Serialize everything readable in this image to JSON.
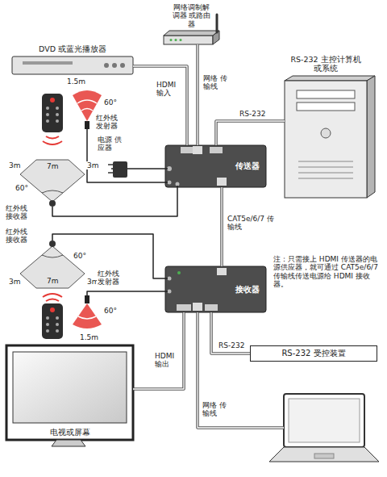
{
  "diagram": {
    "nodes": [
      {
        "text": [
          "网络调制解调器 或路由器"
        ]
      },
      {
        "text": [
          "DVD 或蓝光播放器"
        ]
      },
      {
        "text": [
          "RS-232 主控计算机 或系统"
        ]
      },
      {
        "text": [
          "传送器"
        ]
      },
      {
        "text": [
          "接收器"
        ]
      },
      {
        "text": [
          "RS-232 受控装置"
        ]
      },
      {
        "text": [
          "电视或屏幕"
        ]
      }
    ],
    "edges": [
      {
        "from": 1,
        "to": 3,
        "label": "HDMI 输入",
        "arrow": "none"
      },
      {
        "from": 0,
        "to": 3,
        "label": "网络 传输线",
        "arrow": "none"
      },
      {
        "from": 2,
        "to": 3,
        "label": "RS-232",
        "arrow": "none"
      },
      {
        "from": 3,
        "to": 4,
        "label": "CAT5e/6/7 传输线",
        "arrow": "none"
      },
      {
        "from": 4,
        "to": 6,
        "label": "HDMI 输出",
        "arrow": "none"
      },
      {
        "from": 4,
        "to": 5,
        "label": "RS-232",
        "arrow": "none"
      }
    ],
    "labels": [
      "1.5m",
      "60°",
      "红外线 发射器",
      "电源 供应器",
      "3m",
      "7m",
      "3m",
      "60°",
      "红外线 接收器",
      "红外线 接收器",
      "60°",
      "3m",
      "7m",
      "3m",
      "红外线 发射器",
      "60°",
      "1.5m",
      "注：只需接上 HDMI 传送器的电源供应器，就可通过 CAT5e/6/7 传输线传送电源给 HDMI 接收器。",
      "网络 传输线"
    ]
  }
}
